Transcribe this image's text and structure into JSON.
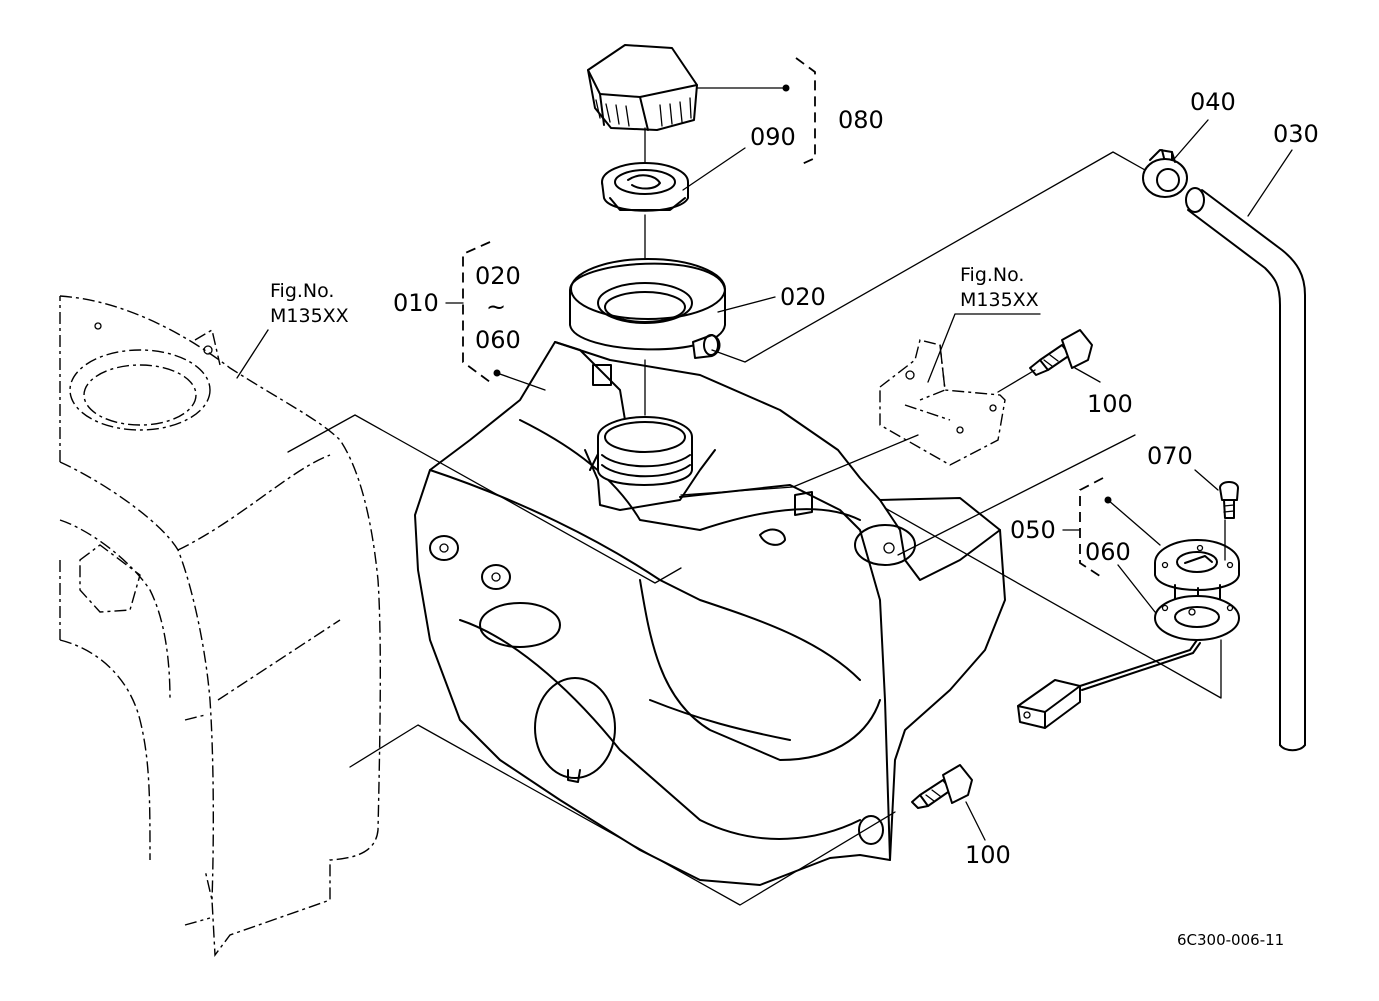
{
  "labels": {
    "p080": "080",
    "p090": "090",
    "p040": "040",
    "p030": "030",
    "p010": "010",
    "p020_range": "020",
    "tilde": "~",
    "p060_range": "060",
    "p020": "020",
    "p100_upper": "100",
    "p070": "070",
    "p050": "050",
    "p060": "060",
    "p100_lower": "100"
  },
  "refs": {
    "left": {
      "line1": "Fig.No.",
      "line2": "M135XX"
    },
    "right": {
      "line1": "Fig.No.",
      "line2": "M135XX"
    }
  },
  "drawing_code": "6C300-006-11"
}
